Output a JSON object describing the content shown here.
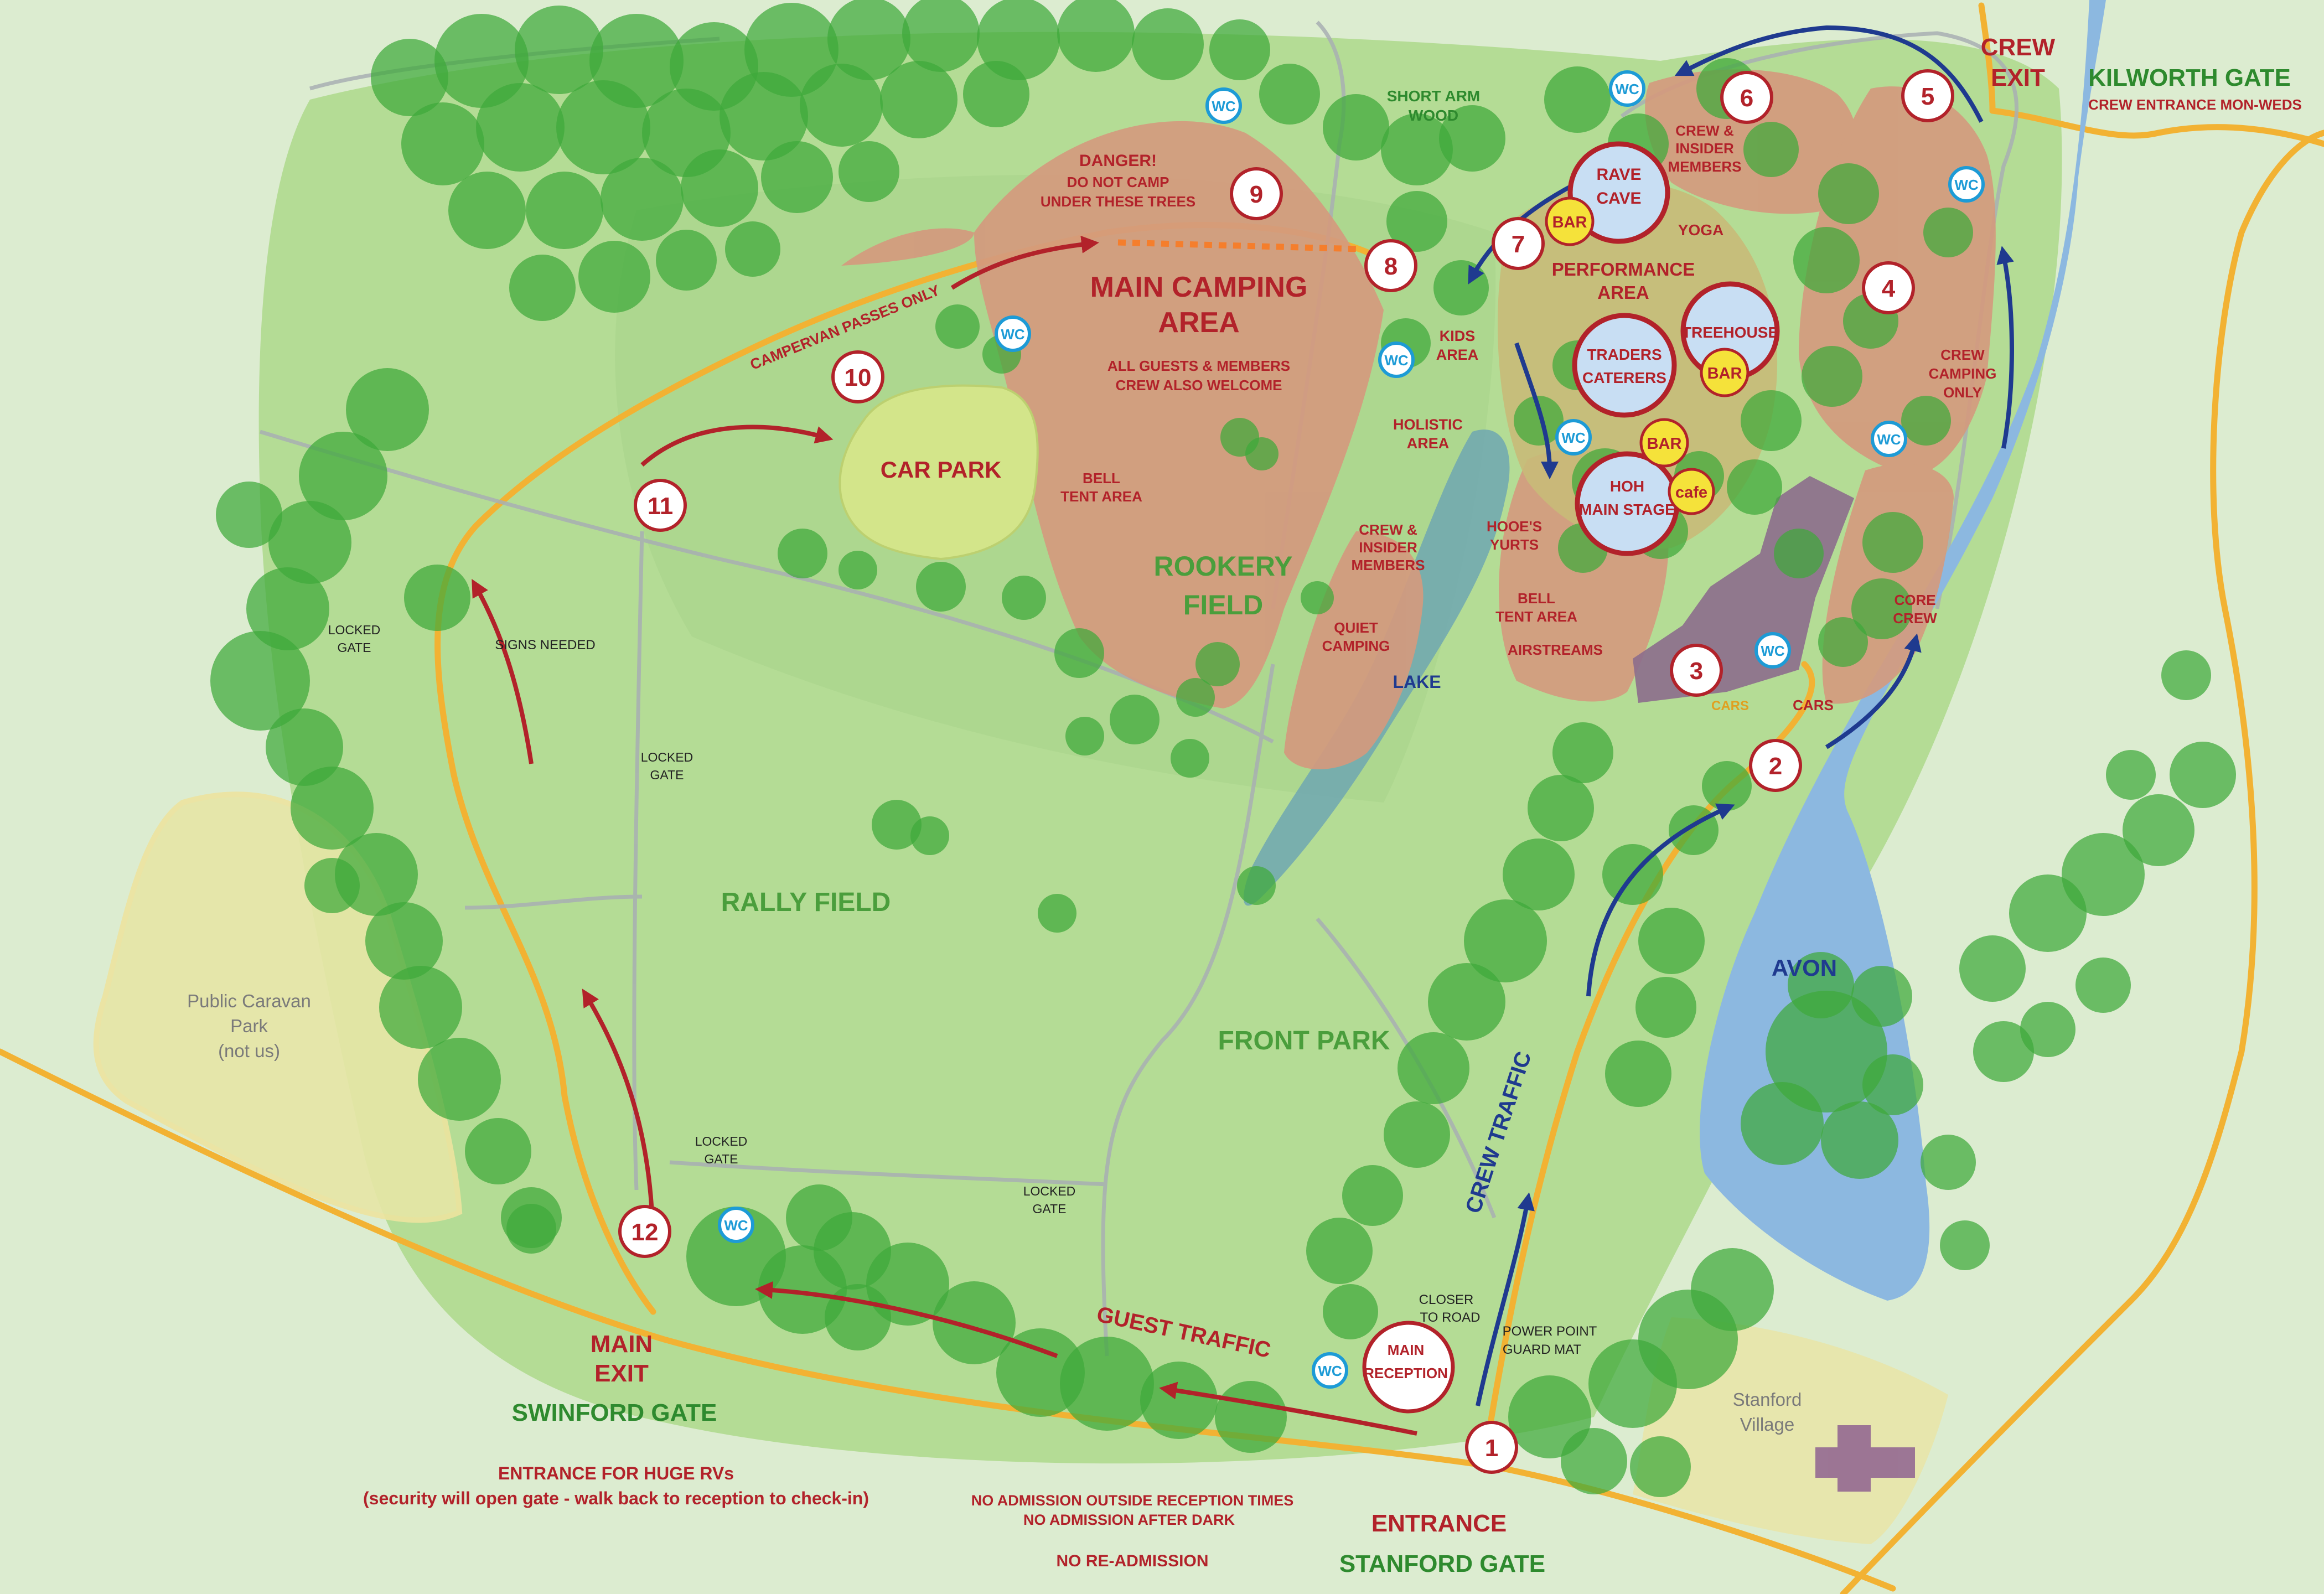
{
  "colors": {
    "background": "#dcecd0",
    "grass": "#b4dc95",
    "tree": "#3fa93a",
    "camping": "#d49a7e",
    "water": "#8cb8e0",
    "road": "#f2b233",
    "red": "#b2222a",
    "green": "#2e8a2e",
    "navy": "#1f3a8f",
    "wc": "#1d9bd6",
    "bar": "#f5e23a"
  },
  "icons": {
    "wc": "wc-icon",
    "bar": "bar-icon",
    "number_marker": "numbered-marker-icon",
    "guest_arrow": "red-arrow-icon",
    "crew_arrow": "blue-arrow-icon",
    "danger_line": "dotted-line-icon"
  },
  "areas": {
    "main_camping": [
      "MAIN CAMPING",
      "AREA"
    ],
    "all_guests": [
      "ALL GUESTS & MEMBERS",
      "CREW ALSO WELCOME"
    ],
    "bell_tent_area": [
      "BELL",
      "TENT AREA"
    ],
    "rookery_field": [
      "ROOKERY",
      "FIELD"
    ],
    "car_park": "CAR PARK",
    "rally_field": "RALLY FIELD",
    "front_park": "FRONT PARK",
    "lake": "LAKE",
    "avon": "AVON",
    "public_caravan": [
      "Public Caravan",
      "Park",
      "(not us)"
    ],
    "stanford_village": [
      "Stanford",
      "Village"
    ],
    "short_arm_wood": [
      "SHORT ARM",
      "WOOD"
    ],
    "danger": [
      "DANGER!",
      "DO NOT CAMP",
      "UNDER THESE TREES"
    ],
    "kids_area": [
      "KIDS",
      "AREA"
    ],
    "holistic_area": [
      "HOLISTIC",
      "AREA"
    ],
    "crew_insider_left": [
      "CREW &",
      "INSIDER",
      "MEMBERS"
    ],
    "quiet_camping": [
      "QUIET",
      "CAMPING"
    ],
    "hooes_yurts": [
      "HOOE'S",
      "YURTS"
    ],
    "bell_tent_area_2": [
      "BELL",
      "TENT AREA"
    ],
    "airstreams": "AIRSTREAMS",
    "performance_area": [
      "PERFORMANCE",
      "AREA"
    ],
    "yoga": "YOGA",
    "crew_insider_top": [
      "CREW &",
      "INSIDER",
      "MEMBERS"
    ],
    "crew_camping_only": [
      "CREW",
      "CAMPING",
      "ONLY"
    ],
    "core_crew": [
      "CORE",
      "CREW"
    ],
    "cars_1": "CARS",
    "cars_2": "CARS"
  },
  "venues": {
    "rave_cave": [
      "RAVE",
      "CAVE"
    ],
    "treehouse": "TREEHOUSE",
    "traders": [
      "TRADERS",
      "CATERERS"
    ],
    "hoh_main_stage": [
      "HOH",
      "MAIN STAGE"
    ],
    "main_reception": [
      "MAIN",
      "RECEPTION"
    ],
    "bar": "BAR",
    "cafe": "cafe",
    "wc": "WC"
  },
  "markers": [
    "1",
    "2",
    "3",
    "4",
    "5",
    "6",
    "7",
    "8",
    "9",
    "10",
    "11",
    "12"
  ],
  "routes": {
    "campervan": "CAMPERVAN PASSES ONLY",
    "signs_needed": "SIGNS NEEDED",
    "guest_traffic": "GUEST TRAFFIC",
    "crew_traffic": "CREW TRAFFIC",
    "closer_to_road": [
      "CLOSER",
      "TO ROAD"
    ],
    "power_point": [
      "POWER POINT",
      "GUARD MAT"
    ]
  },
  "gates": {
    "locked": [
      "LOCKED",
      "GATE"
    ],
    "crew_exit": [
      "CREW",
      "EXIT"
    ],
    "kilworth": "KILWORTH GATE",
    "kilworth_sub": "CREW ENTRANCE MON-WEDS",
    "main_exit": [
      "MAIN",
      "EXIT"
    ],
    "swinford": "SWINFORD GATE",
    "huge_rvs": "ENTRANCE FOR HUGE RVs",
    "huge_rvs_sub": "(security will open gate - walk back to reception to check-in)",
    "entrance": "ENTRANCE",
    "stanford": "STANFORD GATE"
  },
  "notices": {
    "no_admission_times": "NO ADMISSION OUTSIDE RECEPTION TIMES",
    "no_admission_dark": "NO ADMISSION AFTER DARK",
    "no_readmission": "NO RE-ADMISSION"
  }
}
